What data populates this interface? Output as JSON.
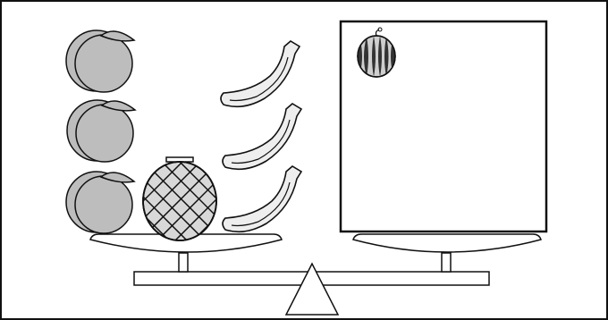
{
  "figure": {
    "icons": [
      "orange-icon",
      "melon-icon",
      "banana-icon",
      "watermelon-icon",
      "balance-scale-icon"
    ],
    "colors": {
      "stroke": "#111111",
      "fruit_fill": "#bdbdbd",
      "banana_fill": "#eeeeee",
      "melon_fill": "#d8d8d8",
      "paper": "#ffffff"
    },
    "left_pan": {
      "oranges": 3,
      "melons": 1,
      "bananas": 3
    },
    "right_pan": {
      "box_contents": "watermelon",
      "watermelons": 1
    }
  }
}
